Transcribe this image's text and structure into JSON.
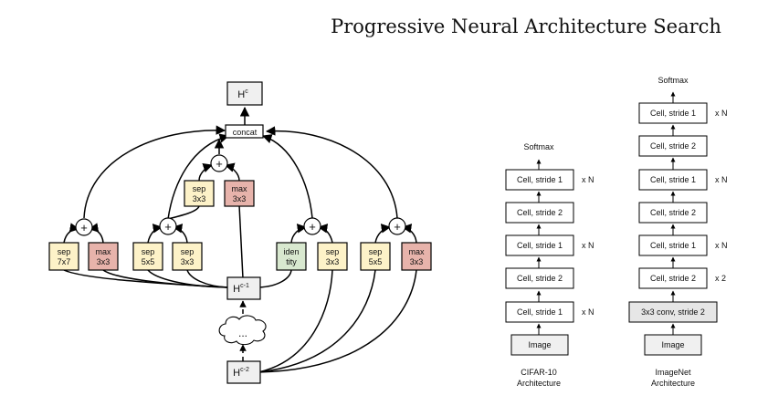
{
  "title": "Progressive Neural Architecture Search",
  "cell": {
    "output": "H",
    "output_sup": "c",
    "concat": "concat",
    "h_prev": "H",
    "h_prev_sup": "c-1",
    "h_prev2": "H",
    "h_prev2_sup": "c-2",
    "ellipsis": "...",
    "plus": "+",
    "ops": {
      "sep7": [
        "sep",
        "7x7"
      ],
      "max1": [
        "max",
        "3x3"
      ],
      "sep5a": [
        "sep",
        "5x5"
      ],
      "sep3a": [
        "sep",
        "3x3"
      ],
      "sep3b": [
        "sep",
        "3x3"
      ],
      "max2": [
        "max",
        "3x3"
      ],
      "iden": [
        "iden",
        "tity"
      ],
      "sep3c": [
        "sep",
        "3x3"
      ],
      "sep5b": [
        "sep",
        "5x5"
      ],
      "max3": [
        "max",
        "3x3"
      ]
    }
  },
  "cifar": {
    "top": "Softmax",
    "cells": [
      "Cell, stride 1",
      "Cell, stride 2",
      "Cell, stride 1",
      "Cell, stride 2",
      "Cell, stride 1"
    ],
    "repeat": [
      "x N",
      "",
      "x N",
      "",
      "x N"
    ],
    "input": "Image",
    "caption": [
      "CIFAR-10",
      "Architecture"
    ]
  },
  "imagenet": {
    "top": "Softmax",
    "cells": [
      "Cell, stride 1",
      "Cell, stride 2",
      "Cell, stride 1",
      "Cell, stride 2",
      "Cell, stride 1",
      "Cell, stride 2",
      "3x3 conv, stride 2"
    ],
    "repeat": [
      "x N",
      "",
      "x N",
      "",
      "x N",
      "x 2",
      ""
    ],
    "input": "Image",
    "caption": [
      "ImageNet",
      "Architecture"
    ]
  },
  "colors": {
    "sep": "#fdf2c8",
    "max": "#e7b3ab",
    "identity": "#d8e8cf",
    "io_fill": "#f0f0f0",
    "conv_fill": "#e6e6e6"
  }
}
